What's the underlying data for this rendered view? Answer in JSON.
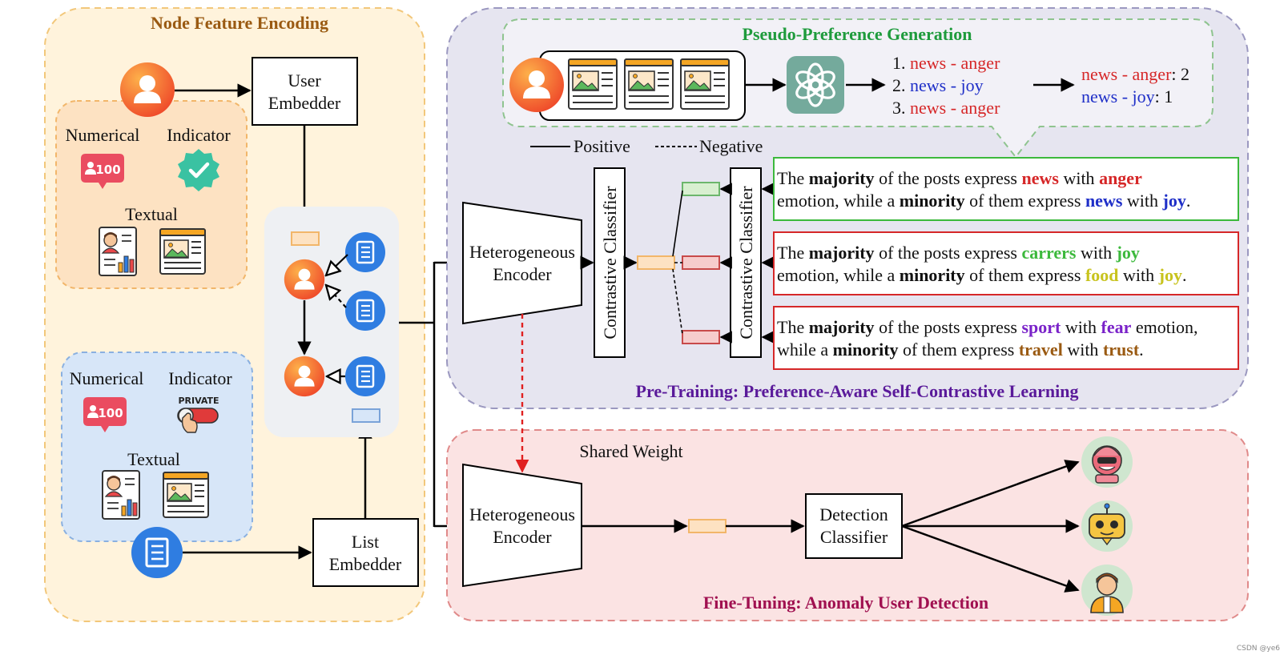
{
  "node_feature_encoding": {
    "title": "Node Feature Encoding",
    "user_embedder": [
      "User",
      "Embedder"
    ],
    "list_embedder": [
      "List",
      "Embedder"
    ],
    "user_features": {
      "numerical": "Numerical",
      "indicator": "Indicator",
      "textual": "Textual",
      "badge_count": "100"
    },
    "list_features": {
      "numerical": "Numerical",
      "indicator": "Indicator",
      "textual": "Textual",
      "badge_count": "100",
      "private_label": "PRIVATE"
    }
  },
  "pseudo_preference": {
    "title": "Pseudo-Preference Generation",
    "items": [
      {
        "num": "1. ",
        "text": "news - anger",
        "color": "#d62728"
      },
      {
        "num": "2. ",
        "text": "news - joy",
        "color": "#1f2fc8"
      },
      {
        "num": "3. ",
        "text": "news - anger",
        "color": "#d62728"
      }
    ],
    "counts": [
      {
        "label": "news - anger",
        "suffix": ": 2",
        "color": "#d62728"
      },
      {
        "label": "news - joy",
        "suffix": ": 1",
        "color": "#1f2fc8"
      }
    ]
  },
  "legend": {
    "positive": "Positive",
    "negative": "Negative"
  },
  "encoder_label": [
    "Heterogeneous",
    "Encoder"
  ],
  "contrastive_classifier": "Contrastive Classifier",
  "preference_texts": [
    {
      "line1": [
        {
          "t": "The "
        },
        {
          "t": "majority",
          "b": true
        },
        {
          "t": " of the posts express "
        },
        {
          "t": "news",
          "b": true,
          "c": "#d62728"
        },
        {
          "t": " with "
        },
        {
          "t": "anger",
          "b": true,
          "c": "#d62728"
        }
      ],
      "line2": [
        {
          "t": "emotion, while a "
        },
        {
          "t": "minority",
          "b": true
        },
        {
          "t": " of them express "
        },
        {
          "t": "news",
          "b": true,
          "c": "#1f2fc8"
        },
        {
          "t": " with "
        },
        {
          "t": "joy",
          "b": true,
          "c": "#1f2fc8"
        },
        {
          "t": "."
        }
      ]
    },
    {
      "line1": [
        {
          "t": "The "
        },
        {
          "t": "majority",
          "b": true
        },
        {
          "t": " of the posts express "
        },
        {
          "t": "carrers",
          "b": true,
          "c": "#3cb93c"
        },
        {
          "t": " with "
        },
        {
          "t": "joy",
          "b": true,
          "c": "#3cb93c"
        }
      ],
      "line2": [
        {
          "t": "emotion, while a "
        },
        {
          "t": "minority",
          "b": true
        },
        {
          "t": " of them express "
        },
        {
          "t": "food",
          "b": true,
          "c": "#c8c31e"
        },
        {
          "t": " with "
        },
        {
          "t": "joy",
          "b": true,
          "c": "#c8c31e"
        },
        {
          "t": "."
        }
      ]
    },
    {
      "line1": [
        {
          "t": "The "
        },
        {
          "t": "majority",
          "b": true
        },
        {
          "t": " of the posts express "
        },
        {
          "t": "sport",
          "b": true,
          "c": "#7a22c9"
        },
        {
          "t": " with "
        },
        {
          "t": "fear",
          "b": true,
          "c": "#7a22c9"
        },
        {
          "t": " emotion,"
        }
      ],
      "line2": [
        {
          "t": "while a "
        },
        {
          "t": "minority",
          "b": true
        },
        {
          "t": " of them express "
        },
        {
          "t": "travel",
          "b": true,
          "c": "#9a5a12"
        },
        {
          "t": " with "
        },
        {
          "t": "trust",
          "b": true,
          "c": "#9a5a12"
        },
        {
          "t": "."
        }
      ]
    }
  ],
  "pretraining_title": "Pre-Training: Preference-Aware Self-Contrastive Learning",
  "finetuning": {
    "shared_weight": "Shared Weight",
    "detection_classifier": [
      "Detection",
      "Classifier"
    ],
    "title": "Fine-Tuning: Anomaly User Detection"
  },
  "watermark": "CSDN @ye6",
  "colors": {
    "title_brown": "#9a5a12",
    "title_green": "#1e9b3c",
    "title_purple": "#5a1a9a",
    "title_maroon": "#a01050",
    "shared_red": "#d62728",
    "icon_blue": "#2f7de1",
    "user_orange": "#f05a28",
    "gpt_green": "#74aa9c"
  },
  "icons": [
    "user-avatar-icon",
    "badge-100-icon",
    "verified-badge-icon",
    "profile-document-icon",
    "image-post-icon",
    "list-icon",
    "private-toggle-icon",
    "openai-logo-icon",
    "bot-face-icon",
    "robot-icon",
    "human-user-icon"
  ]
}
